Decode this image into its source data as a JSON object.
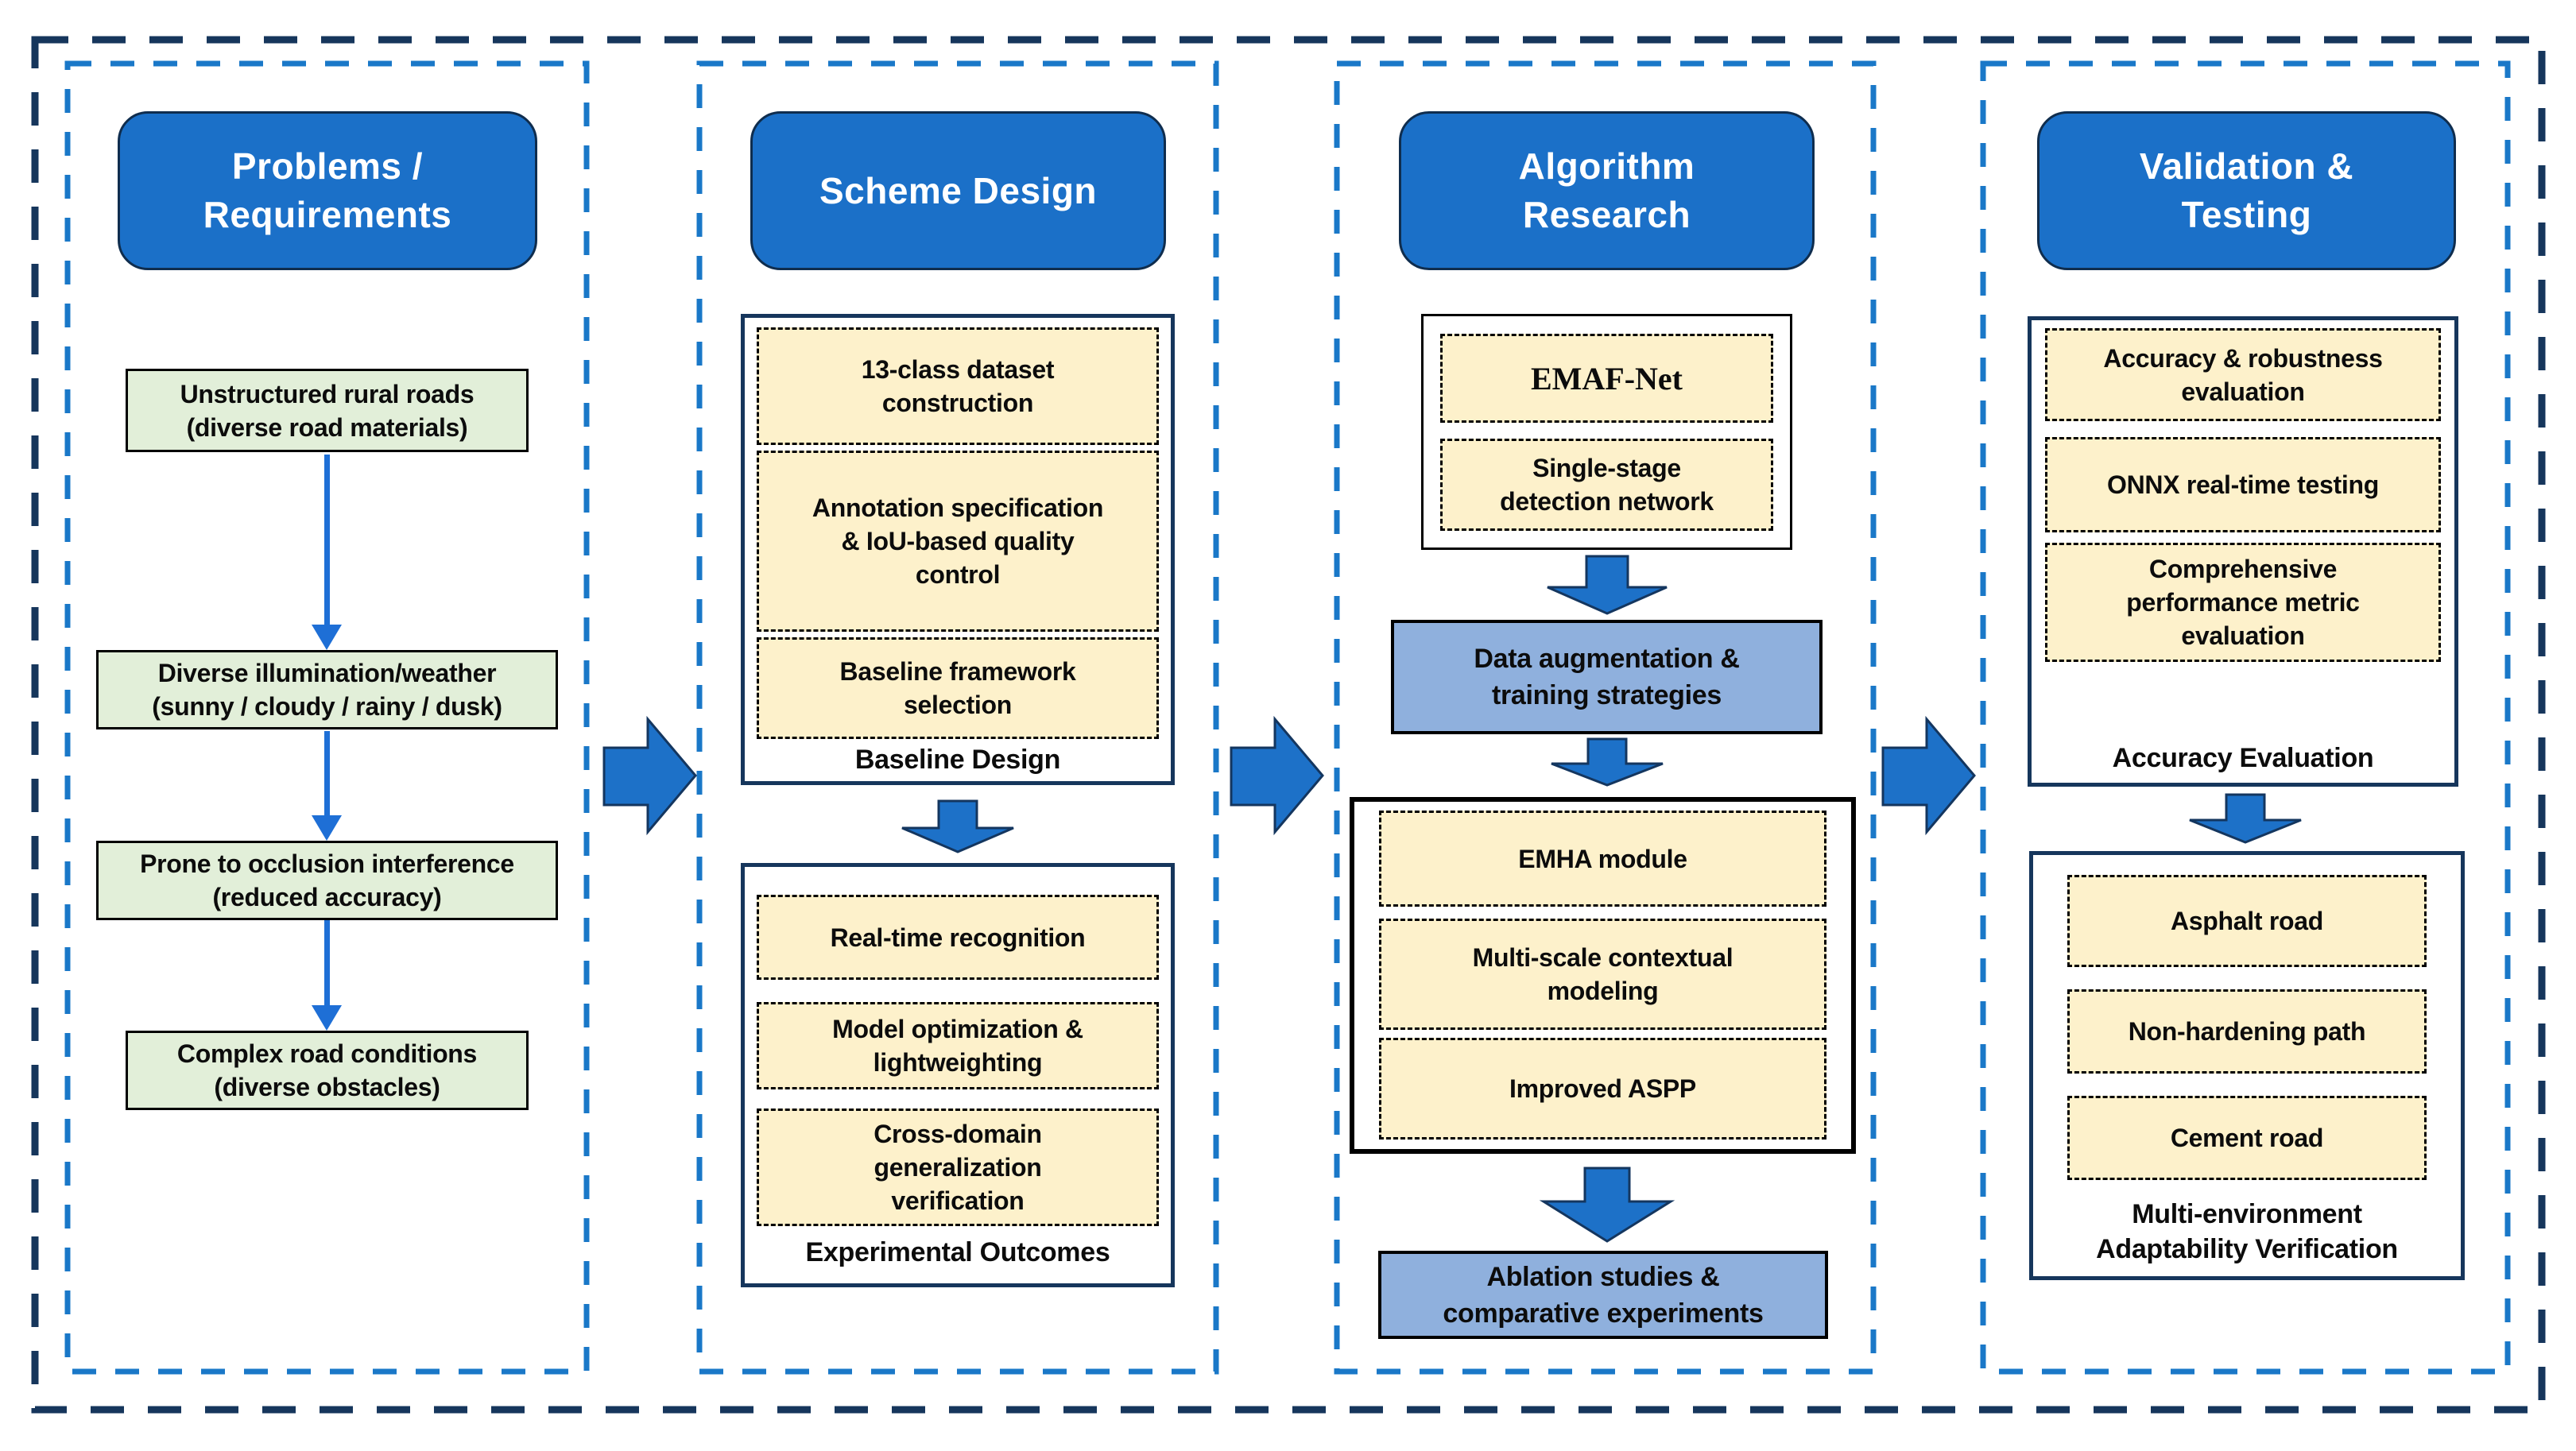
{
  "figure_title": "Research workflow flowchart",
  "colors": {
    "header_fill": "#1b70c8",
    "panel_border": "#1a78c8",
    "outer_border": "#16365c",
    "green_fill": "#e2efd9",
    "yellow_fill": "#fdf1cb",
    "lightblue_fill": "#8fb0dd",
    "arrow_fill": "#1d71c8",
    "container_border": "#16365c",
    "box_border": "#000000"
  },
  "problems": {
    "header": "Problems /\nRequirements",
    "step1": "Unstructured rural roads\n(diverse road materials)",
    "step2": "Diverse illumination/weather\n(sunny / cloudy / rainy / dusk)",
    "step3": "Prone to occlusion interference\n(reduced accuracy)",
    "step4": "Complex road conditions\n(diverse obstacles)"
  },
  "scheme": {
    "header": "Scheme Design",
    "baseline": {
      "item1": "13-class dataset\nconstruction",
      "item2": "Annotation specification\n& IoU-based quality\ncontrol",
      "item3": "Baseline framework\nselection",
      "caption": "Baseline Design"
    },
    "outcomes": {
      "item1": "Real-time recognition",
      "item2": "Model optimization &\nlightweighting",
      "item3": "Cross-domain\ngeneralization\nverification",
      "caption": "Experimental Outcomes"
    }
  },
  "algorithm": {
    "header": "Algorithm\nResearch",
    "network": {
      "item1": "EMAF-Net",
      "item2": "Single-stage\ndetection network"
    },
    "training": "Data augmentation &\ntraining strategies",
    "modules": {
      "item1": "EMHA module",
      "item2": "Multi-scale contextual\nmodeling",
      "item3": "Improved ASPP"
    },
    "ablation": "Ablation studies &\ncomparative experiments"
  },
  "validation": {
    "header": "Validation &\nTesting",
    "accuracy": {
      "item1": "Accuracy & robustness\nevaluation",
      "item2": "ONNX real-time testing",
      "item3": "Comprehensive\nperformance metric\nevaluation",
      "caption": "Accuracy Evaluation"
    },
    "environment": {
      "item1": "Asphalt road",
      "item2": "Non-hardening path",
      "item3": "Cement road",
      "caption": "Multi-environment\nAdaptability Verification"
    }
  }
}
